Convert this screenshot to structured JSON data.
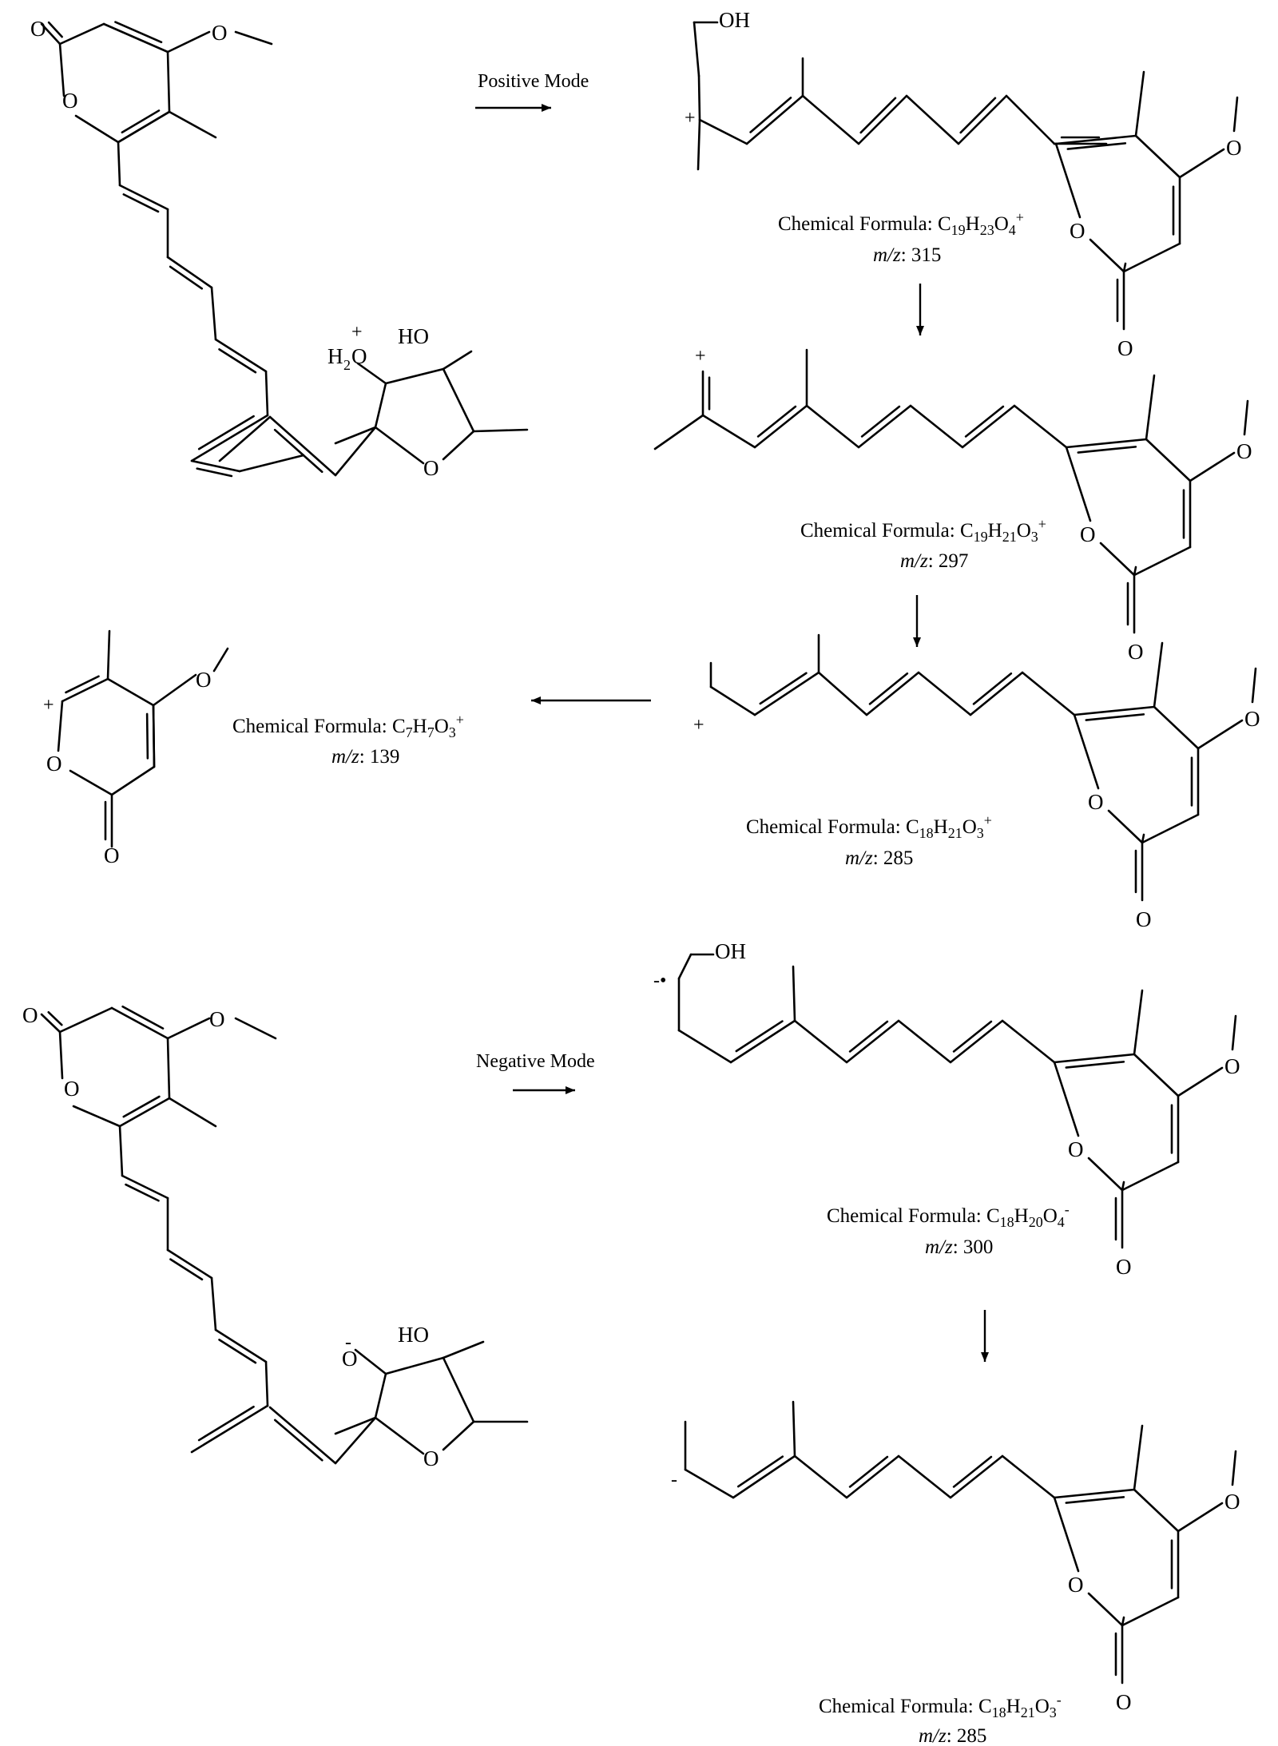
{
  "modes": {
    "positive": "Positive Mode",
    "negative": "Negative Mode"
  },
  "caption_prefix": "Chemical Formula: ",
  "mz_label": "m/z",
  "mz_sep": ": ",
  "atom_labels": {
    "O": "O",
    "OH": "OH",
    "HO": "HO",
    "H": "H",
    "H2_sub": "2"
  },
  "charges": {
    "plus": "+",
    "minus": "-",
    "radical_anion": "-•"
  },
  "species": [
    {
      "id": "precursor-positive",
      "charge": "+"
    },
    {
      "id": "ion-315",
      "formula": [
        [
          "C",
          "19"
        ],
        [
          "H",
          "23"
        ],
        [
          "O",
          "4"
        ]
      ],
      "charge": "+",
      "mz": "315"
    },
    {
      "id": "ion-297",
      "formula": [
        [
          "C",
          "19"
        ],
        [
          "H",
          "21"
        ],
        [
          "O",
          "3"
        ]
      ],
      "charge": "+",
      "mz": "297"
    },
    {
      "id": "ion-285-pos",
      "formula": [
        [
          "C",
          "18"
        ],
        [
          "H",
          "21"
        ],
        [
          "O",
          "3"
        ]
      ],
      "charge": "+",
      "mz": "285"
    },
    {
      "id": "ion-139",
      "formula": [
        [
          "C",
          "7"
        ],
        [
          "H",
          "7"
        ],
        [
          "O",
          "3"
        ]
      ],
      "charge": "+",
      "mz": "139"
    },
    {
      "id": "precursor-negative",
      "charge": "-"
    },
    {
      "id": "ion-300",
      "formula": [
        [
          "C",
          "18"
        ],
        [
          "H",
          "20"
        ],
        [
          "O",
          "4"
        ]
      ],
      "charge": "-",
      "mz": "300"
    },
    {
      "id": "ion-285-neg",
      "formula": [
        [
          "C",
          "18"
        ],
        [
          "H",
          "21"
        ],
        [
          "O",
          "3"
        ]
      ],
      "charge": "-",
      "mz": "285"
    }
  ]
}
